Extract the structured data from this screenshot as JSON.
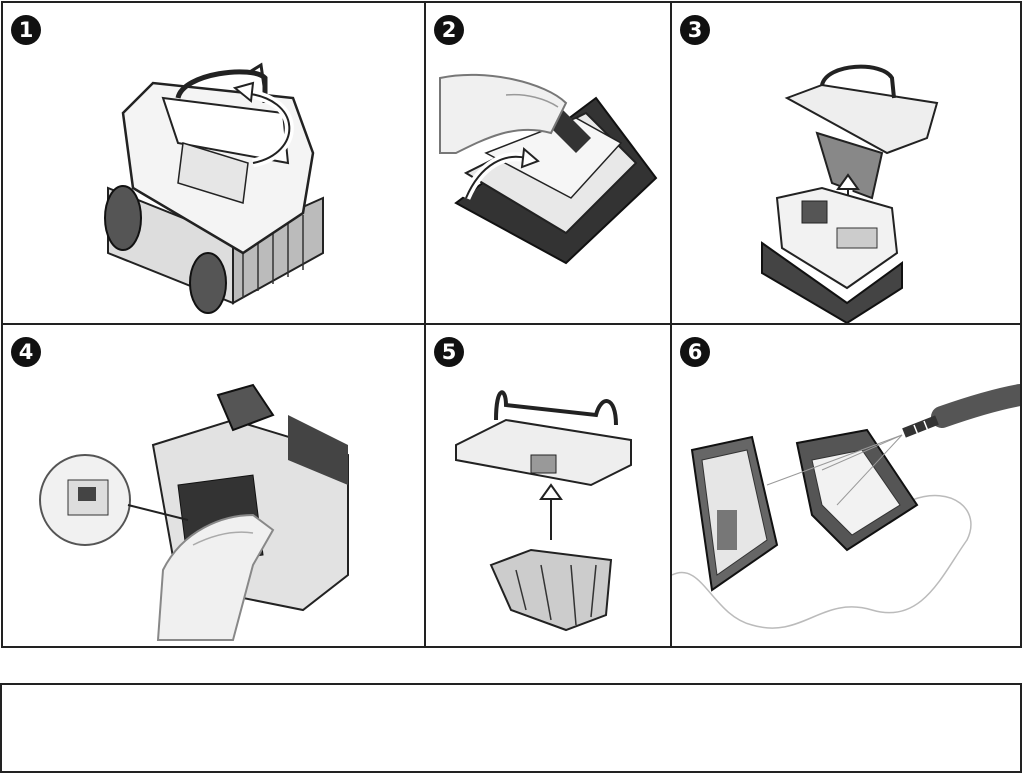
{
  "steps": [
    {
      "number": "1",
      "illustration": "robot-handle-lift"
    },
    {
      "number": "2",
      "illustration": "gloved-hand-opening-lid"
    },
    {
      "number": "3",
      "illustration": "filter-removal"
    },
    {
      "number": "4",
      "illustration": "filter-latch-release"
    },
    {
      "number": "5",
      "illustration": "filter-basket-separation"
    },
    {
      "number": "6",
      "illustration": "hose-rinsing-filter"
    }
  ],
  "notes": {
    "text": ""
  }
}
